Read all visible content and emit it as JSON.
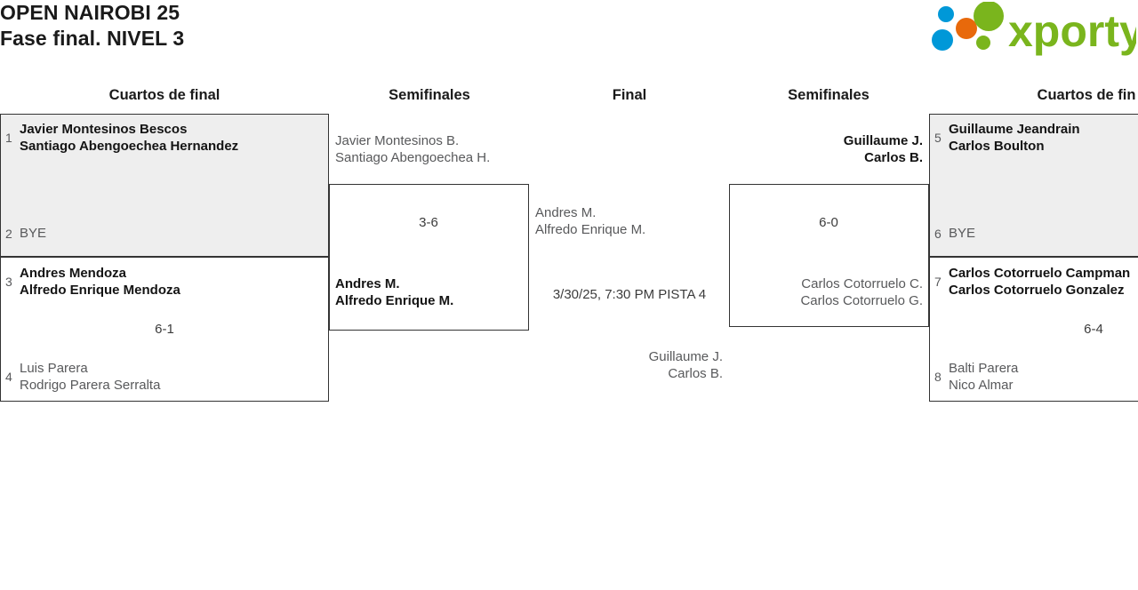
{
  "header": {
    "title_line1": "OPEN NAIROBI 25",
    "title_line2": "Fase final. NIVEL 3",
    "logo_text": "xporty"
  },
  "colors": {
    "logo_green": "#7ab51d",
    "logo_blue": "#0098d8",
    "logo_orange": "#e8690b",
    "box_border": "#333333",
    "box_shaded_bg": "#eeeeee",
    "winner_text": "#141414",
    "loser_text": "#58595b"
  },
  "rounds": [
    {
      "label": "Cuartos de final"
    },
    {
      "label": "Semifinales"
    },
    {
      "label": "Final"
    },
    {
      "label": "Semifinales"
    },
    {
      "label": "Cuartos de fin"
    }
  ],
  "matches": {
    "qf1": {
      "top": {
        "seed": "1",
        "line1": "Javier Montesinos Bescos",
        "line2": "Santiago Abengoechea Hernandez"
      },
      "bottom": {
        "seed": "2",
        "line1": "BYE"
      },
      "score": ""
    },
    "qf2": {
      "top": {
        "seed": "3",
        "line1": "Andres Mendoza",
        "line2": "Alfredo Enrique Mendoza"
      },
      "bottom": {
        "seed": "4",
        "line1": "Luis Parera",
        "line2": "Rodrigo Parera Serralta"
      },
      "score": "6-1"
    },
    "sf_left": {
      "top": {
        "line1": "Javier Montesinos B.",
        "line2": "Santiago Abengoechea H."
      },
      "bottom": {
        "line1": "Andres M.",
        "line2": "Alfredo Enrique M."
      },
      "score": "3-6"
    },
    "final": {
      "top": {
        "line1": "Andres M.",
        "line2": "Alfredo Enrique M."
      },
      "bottom": {
        "line1": "Guillaume J.",
        "line2": "Carlos B."
      },
      "schedule": "3/30/25, 7:30 PM PISTA 4"
    },
    "sf_right": {
      "top": {
        "line1": "Guillaume J.",
        "line2": "Carlos B."
      },
      "bottom": {
        "line1": "Carlos Cotorruelo C.",
        "line2": "Carlos Cotorruelo G."
      },
      "score": "6-0"
    },
    "qf3": {
      "top": {
        "seed": "5",
        "line1": "Guillaume Jeandrain",
        "line2": "Carlos Boulton"
      },
      "bottom": {
        "seed": "6",
        "line1": "BYE"
      },
      "score": ""
    },
    "qf4": {
      "top": {
        "seed": "7",
        "line1": "Carlos Cotorruelo Campman",
        "line2": "Carlos Cotorruelo Gonzalez"
      },
      "bottom": {
        "seed": "8",
        "line1": "Balti Parera",
        "line2": "Nico Almar"
      },
      "score": "6-4"
    }
  }
}
